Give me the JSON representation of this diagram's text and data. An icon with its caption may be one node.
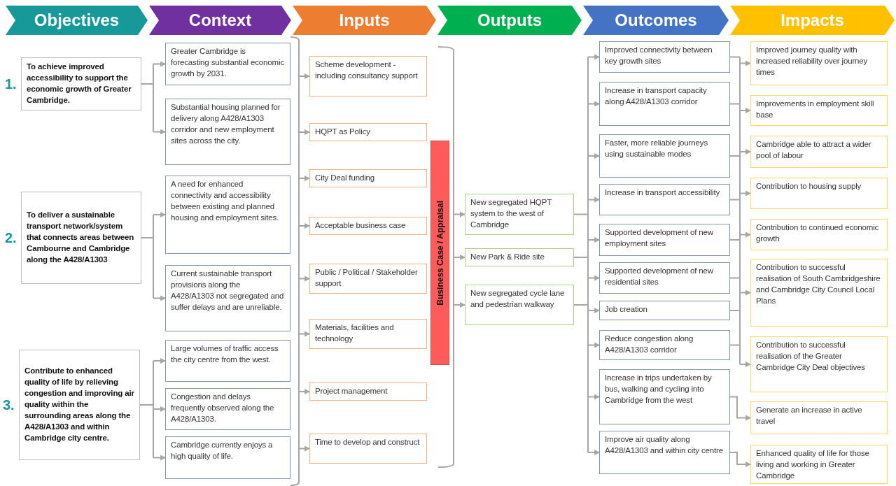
{
  "diagram": {
    "nodes": [
      {
        "text": [
          "Objectives"
        ]
      },
      {
        "text": [
          "Context"
        ]
      },
      {
        "text": [
          "Inputs"
        ]
      },
      {
        "text": [
          "Outputs"
        ]
      },
      {
        "text": [
          "Outcomes"
        ]
      },
      {
        "text": [
          "Impacts"
        ]
      },
      {
        "text": [
          "To achieve improved accessibility to support the economic growth of Greater Cambridge."
        ],
        "beside": [
          "1."
        ]
      },
      {
        "text": [
          "To deliver a sustainable transport network/system that connects areas between Cambourne and Cambridge along the A428/A1303"
        ],
        "beside": [
          "2."
        ]
      },
      {
        "text": [
          "Contribute to enhanced quality of life by relieving congestion and improving air quality within the surrounding areas along the A428/A1303 and within Cambridge city centre."
        ],
        "beside": [
          "3."
        ]
      },
      {
        "text": [
          "Greater Cambridge is forecasting substantial economic growth by 2031."
        ]
      },
      {
        "text": [
          "Substantial housing planned for delivery along A428/A1303 corridor and new employment sites across the city."
        ]
      },
      {
        "text": [
          "A need for enhanced connectivity and accessibility between existing and planned housing and employment sites."
        ]
      },
      {
        "text": [
          "Current sustainable transport provisions along the A428/A1303 not segregated and suffer delays and are unreliable."
        ]
      },
      {
        "text": [
          "Large volumes of traffic access the city centre from the west."
        ]
      },
      {
        "text": [
          "Congestion and delays frequently observed along the A428/A1303."
        ]
      },
      {
        "text": [
          "Cambridge currently enjoys a high quality of life."
        ]
      },
      {
        "text": [
          "Scheme development - including consultancy support"
        ]
      },
      {
        "text": [
          "HQPT as Policy"
        ]
      },
      {
        "text": [
          "City Deal funding"
        ]
      },
      {
        "text": [
          "Acceptable business case"
        ]
      },
      {
        "text": [
          "Public / Political / Stakeholder support"
        ]
      },
      {
        "text": [
          "Materials, facilities and technology"
        ]
      },
      {
        "text": [
          "Project management"
        ]
      },
      {
        "text": [
          "Time to develop and construct"
        ]
      },
      {
        "text": [
          "Business Case / Appraisal"
        ]
      },
      {
        "text": [
          "New segregated HQPT system to the west of Cambridge"
        ]
      },
      {
        "text": [
          "New Park & Ride site"
        ]
      },
      {
        "text": [
          "New segregated cycle lane and pedestrian walkway"
        ]
      },
      {
        "text": [
          "Improved connectivity between key growth sites"
        ]
      },
      {
        "text": [
          "Increase in transport capacity along A428/A1303 corridor"
        ]
      },
      {
        "text": [
          "Faster, more reliable journeys using sustainable modes"
        ]
      },
      {
        "text": [
          "Increase in transport accessibility"
        ]
      },
      {
        "text": [
          "Supported development of new employment sites"
        ]
      },
      {
        "text": [
          "Supported development of new residential sites"
        ]
      },
      {
        "text": [
          "Job creation"
        ]
      },
      {
        "text": [
          "Reduce congestion along A428/A1303 corridor"
        ]
      },
      {
        "text": [
          "Increase in trips undertaken by bus, walking and cycling into Cambridge from the west"
        ]
      },
      {
        "text": [
          "Improve air quality along A428/A1303 and within city centre"
        ]
      },
      {
        "text": [
          "Improved journey quality with increased reliability over journey times"
        ]
      },
      {
        "text": [
          "Improvements in employment skill base"
        ]
      },
      {
        "text": [
          "Cambridge able to attract a wider pool of labour"
        ]
      },
      {
        "text": [
          "Contribution to housing supply"
        ]
      },
      {
        "text": [
          "Contribution to continued economic growth"
        ]
      },
      {
        "text": [
          "Contribution to successful realisation of South Cambridgeshire and Cambridge City Council Local Plans"
        ]
      },
      {
        "text": [
          "Contribution to successful realisation of the Greater Cambridge City Deal objectives"
        ]
      },
      {
        "text": [
          "Generate an increase in active travel"
        ]
      },
      {
        "text": [
          "Enhanced quality of life for those living and working in Greater Cambridge"
        ]
      },
      {
        "text": [],
        "shape": "bracket"
      },
      {
        "text": [],
        "shape": "bracket"
      }
    ],
    "edges": [
      {
        "from": 6,
        "to": 9,
        "arrow": "to"
      },
      {
        "from": 6,
        "to": 10,
        "arrow": "to"
      },
      {
        "from": 7,
        "to": 11,
        "arrow": "to"
      },
      {
        "from": 7,
        "to": 12,
        "arrow": "to"
      },
      {
        "from": 8,
        "to": 13,
        "arrow": "to"
      },
      {
        "from": 8,
        "to": 14,
        "arrow": "to"
      },
      {
        "from": 8,
        "to": 15,
        "arrow": "to"
      },
      {
        "from": 47,
        "to": 16,
        "arrow": "to"
      },
      {
        "from": 47,
        "to": 17,
        "arrow": "to"
      },
      {
        "from": 47,
        "to": 18,
        "arrow": "to"
      },
      {
        "from": 47,
        "to": 19,
        "arrow": "to"
      },
      {
        "from": 47,
        "to": 20,
        "arrow": "to"
      },
      {
        "from": 47,
        "to": 21,
        "arrow": "to"
      },
      {
        "from": 47,
        "to": 22,
        "arrow": "to"
      },
      {
        "from": 47,
        "to": 23,
        "arrow": "to"
      },
      {
        "from": 48,
        "to": 25,
        "arrow": "to"
      },
      {
        "from": 48,
        "to": 26,
        "arrow": "to"
      },
      {
        "from": 48,
        "to": 27,
        "arrow": "to"
      },
      {
        "from": 25,
        "to": 28,
        "arrow": "to"
      },
      {
        "from": 25,
        "to": 29,
        "arrow": "to"
      },
      {
        "from": 25,
        "to": 30,
        "arrow": "to"
      },
      {
        "from": 25,
        "to": 31,
        "arrow": "to"
      },
      {
        "from": 25,
        "to": 32,
        "arrow": "to"
      },
      {
        "from": 25,
        "to": 33,
        "arrow": "to"
      },
      {
        "from": 25,
        "to": 34,
        "arrow": "to"
      },
      {
        "from": 25,
        "to": 35,
        "arrow": "to"
      },
      {
        "from": 25,
        "to": 36,
        "arrow": "to"
      },
      {
        "from": 25,
        "to": 37,
        "arrow": "to"
      },
      {
        "from": 26,
        "to": 28,
        "arrow": "to"
      },
      {
        "from": 26,
        "to": 29,
        "arrow": "to"
      },
      {
        "from": 26,
        "to": 30,
        "arrow": "to"
      },
      {
        "from": 26,
        "to": 31,
        "arrow": "to"
      },
      {
        "from": 26,
        "to": 32,
        "arrow": "to"
      },
      {
        "from": 26,
        "to": 33,
        "arrow": "to"
      },
      {
        "from": 26,
        "to": 34,
        "arrow": "to"
      },
      {
        "from": 26,
        "to": 35,
        "arrow": "to"
      },
      {
        "from": 26,
        "to": 36,
        "arrow": "to"
      },
      {
        "from": 26,
        "to": 37,
        "arrow": "to"
      },
      {
        "from": 27,
        "to": 28,
        "arrow": "to"
      },
      {
        "from": 27,
        "to": 29,
        "arrow": "to"
      },
      {
        "from": 27,
        "to": 30,
        "arrow": "to"
      },
      {
        "from": 27,
        "to": 31,
        "arrow": "to"
      },
      {
        "from": 27,
        "to": 32,
        "arrow": "to"
      },
      {
        "from": 27,
        "to": 33,
        "arrow": "to"
      },
      {
        "from": 27,
        "to": 34,
        "arrow": "to"
      },
      {
        "from": 27,
        "to": 35,
        "arrow": "to"
      },
      {
        "from": 27,
        "to": 36,
        "arrow": "to"
      },
      {
        "from": 27,
        "to": 37,
        "arrow": "to"
      },
      {
        "from": 28,
        "to": 38,
        "arrow": "to"
      },
      {
        "from": 28,
        "to": 39,
        "arrow": "to"
      },
      {
        "from": 28,
        "to": 40,
        "arrow": "to"
      },
      {
        "from": 28,
        "to": 41,
        "arrow": "to"
      },
      {
        "from": 28,
        "to": 42,
        "arrow": "to"
      },
      {
        "from": 28,
        "to": 43,
        "arrow": "to"
      },
      {
        "from": 28,
        "to": 44,
        "arrow": "to"
      },
      {
        "from": 29,
        "to": 38,
        "arrow": "to"
      },
      {
        "from": 29,
        "to": 39,
        "arrow": "to"
      },
      {
        "from": 29,
        "to": 40,
        "arrow": "to"
      },
      {
        "from": 29,
        "to": 41,
        "arrow": "to"
      },
      {
        "from": 29,
        "to": 42,
        "arrow": "to"
      },
      {
        "from": 29,
        "to": 43,
        "arrow": "to"
      },
      {
        "from": 29,
        "to": 44,
        "arrow": "to"
      },
      {
        "from": 30,
        "to": 38,
        "arrow": "to"
      },
      {
        "from": 30,
        "to": 39,
        "arrow": "to"
      },
      {
        "from": 30,
        "to": 40,
        "arrow": "to"
      },
      {
        "from": 30,
        "to": 41,
        "arrow": "to"
      },
      {
        "from": 30,
        "to": 42,
        "arrow": "to"
      },
      {
        "from": 30,
        "to": 43,
        "arrow": "to"
      },
      {
        "from": 30,
        "to": 44,
        "arrow": "to"
      },
      {
        "from": 31,
        "to": 38,
        "arrow": "to"
      },
      {
        "from": 31,
        "to": 39,
        "arrow": "to"
      },
      {
        "from": 31,
        "to": 40,
        "arrow": "to"
      },
      {
        "from": 31,
        "to": 41,
        "arrow": "to"
      },
      {
        "from": 31,
        "to": 42,
        "arrow": "to"
      },
      {
        "from": 31,
        "to": 43,
        "arrow": "to"
      },
      {
        "from": 31,
        "to": 44,
        "arrow": "to"
      },
      {
        "from": 32,
        "to": 38,
        "arrow": "to"
      },
      {
        "from": 32,
        "to": 39,
        "arrow": "to"
      },
      {
        "from": 32,
        "to": 40,
        "arrow": "to"
      },
      {
        "from": 32,
        "to": 41,
        "arrow": "to"
      },
      {
        "from": 32,
        "to": 42,
        "arrow": "to"
      },
      {
        "from": 32,
        "to": 43,
        "arrow": "to"
      },
      {
        "from": 32,
        "to": 44,
        "arrow": "to"
      },
      {
        "from": 33,
        "to": 38,
        "arrow": "to"
      },
      {
        "from": 33,
        "to": 39,
        "arrow": "to"
      },
      {
        "from": 33,
        "to": 40,
        "arrow": "to"
      },
      {
        "from": 33,
        "to": 41,
        "arrow": "to"
      },
      {
        "from": 33,
        "to": 42,
        "arrow": "to"
      },
      {
        "from": 33,
        "to": 43,
        "arrow": "to"
      },
      {
        "from": 33,
        "to": 44,
        "arrow": "to"
      },
      {
        "from": 34,
        "to": 38,
        "arrow": "to"
      },
      {
        "from": 34,
        "to": 39,
        "arrow": "to"
      },
      {
        "from": 34,
        "to": 40,
        "arrow": "to"
      },
      {
        "from": 34,
        "to": 41,
        "arrow": "to"
      },
      {
        "from": 34,
        "to": 42,
        "arrow": "to"
      },
      {
        "from": 34,
        "to": 43,
        "arrow": "to"
      },
      {
        "from": 34,
        "to": 44,
        "arrow": "to"
      },
      {
        "from": 35,
        "to": 38,
        "arrow": "to"
      },
      {
        "from": 35,
        "to": 39,
        "arrow": "to"
      },
      {
        "from": 35,
        "to": 40,
        "arrow": "to"
      },
      {
        "from": 35,
        "to": 41,
        "arrow": "to"
      },
      {
        "from": 35,
        "to": 42,
        "arrow": "to"
      },
      {
        "from": 35,
        "to": 43,
        "arrow": "to"
      },
      {
        "from": 35,
        "to": 44,
        "arrow": "to"
      },
      {
        "from": 36,
        "to": 45,
        "arrow": "to"
      },
      {
        "from": 37,
        "to": 46,
        "arrow": "to"
      }
    ]
  }
}
